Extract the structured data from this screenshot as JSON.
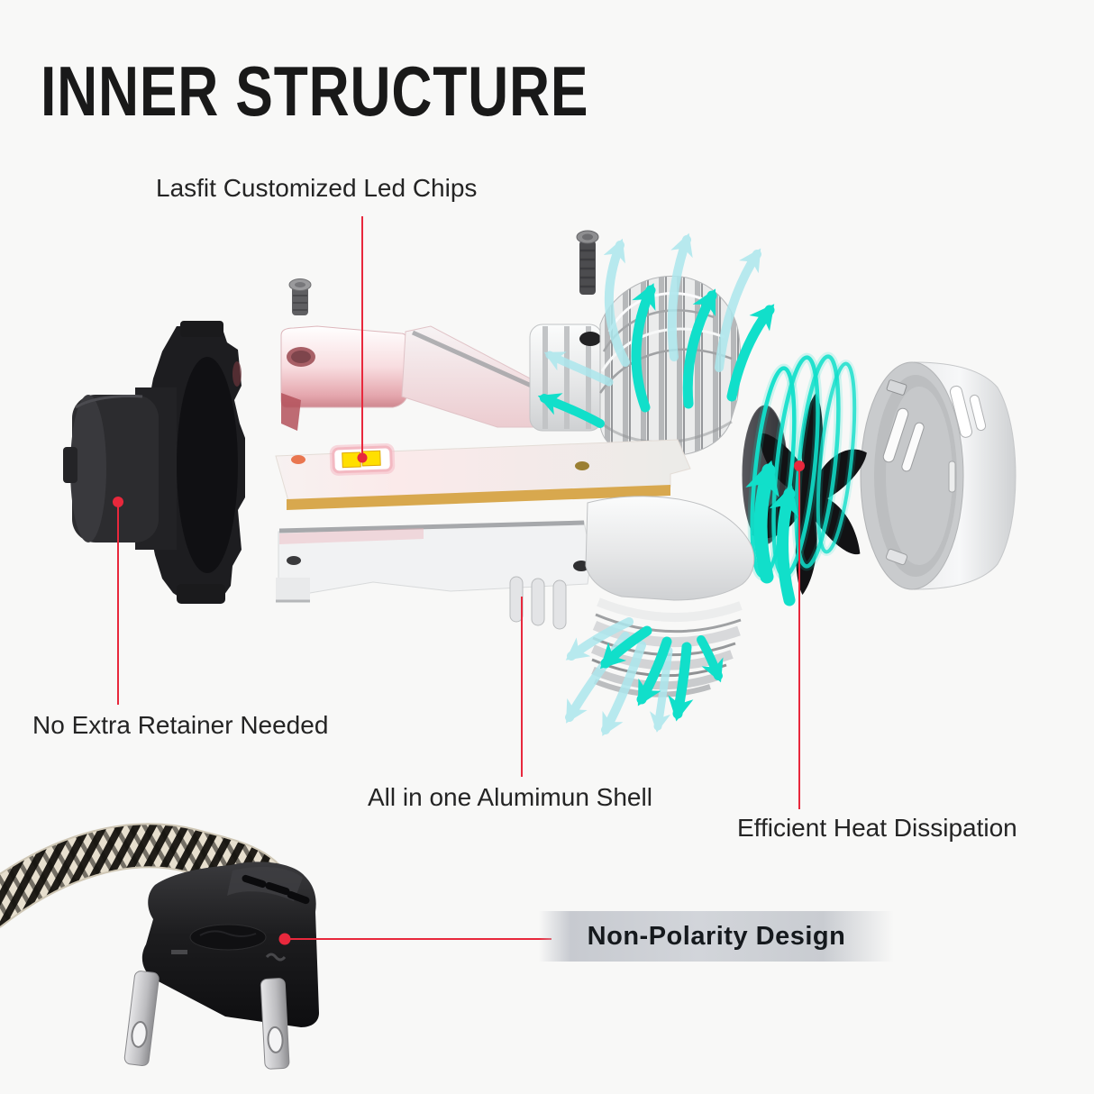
{
  "title": "INNER STRUCTURE",
  "labels": {
    "led_chips": "Lasfit Customized Led Chips",
    "no_retainer": "No Extra Retainer Needed",
    "shell": "All in one Alumimun Shell",
    "heat": "Efficient Heat Dissipation",
    "non_polarity": "Non-Polarity Design"
  },
  "parts": [
    "black bulb retainer",
    "fixing screw (small)",
    "fixing screw (long)",
    "upper aluminum shell with heat sink",
    "LED chip board",
    "lower aluminum shell with heat sink",
    "cooling fan with airflow swirl",
    "aluminum end cap",
    "non-polarity power plug with braided cable"
  ],
  "colors": {
    "background": "#f8f8f7",
    "title_text": "#191919",
    "label_text": "#242424",
    "annotation_red": "#e8283c",
    "cyan_bright": "#11dfca",
    "cyan_pale": "#ace7ed",
    "pcb_gold": "#d8a84e",
    "chip_yellow": "#ffdf00",
    "bar_gray": "#c7cad0",
    "bar_text": "#15191d",
    "metal_light": "#f3f4f5",
    "metal_dark": "#aaacae",
    "part_black": "#1c1c1e"
  }
}
